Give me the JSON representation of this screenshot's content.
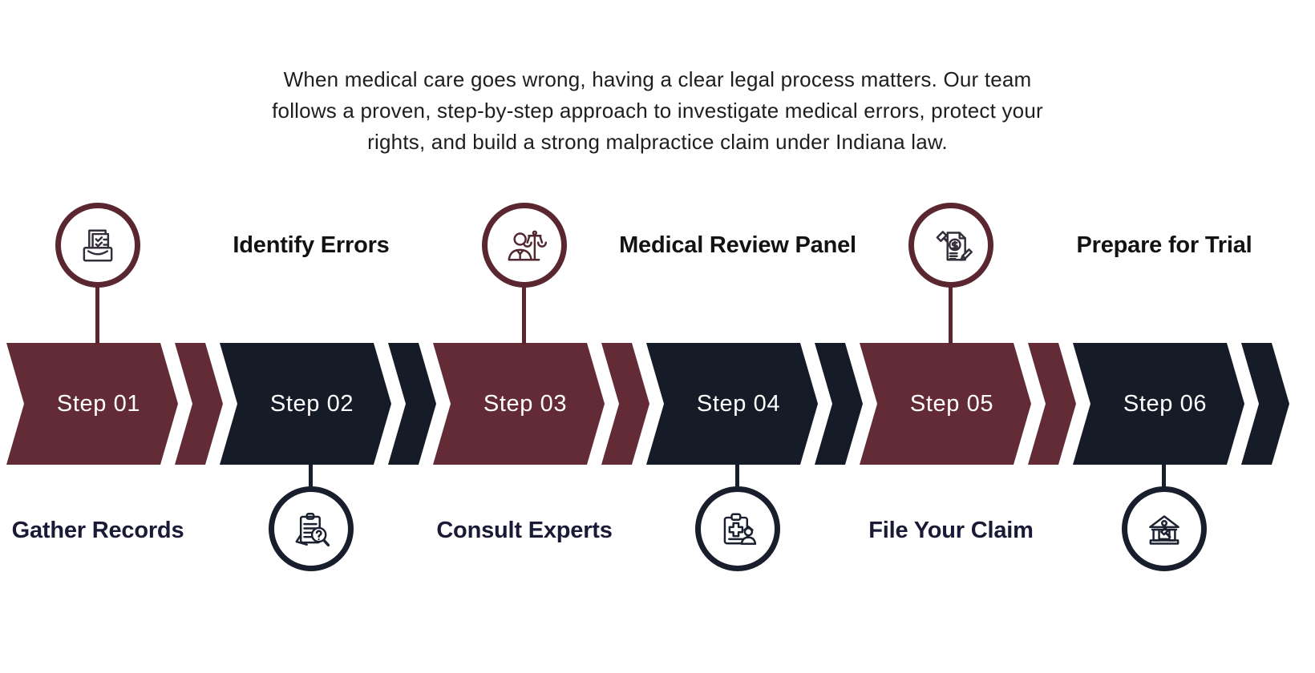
{
  "intro": {
    "text": "When medical care goes wrong, having a clear legal process matters. Our team follows a proven, step-by-step approach to investigate medical errors, protect your rights, and build a strong malpractice claim under Indiana law."
  },
  "steps": [
    {
      "label": "Step 01",
      "title": "Gather Records",
      "title_position": "bottom",
      "icon": "gather-records-icon",
      "icon_position": "top",
      "color": "maroon"
    },
    {
      "label": "Step 02",
      "title": "Identify Errors",
      "title_position": "top",
      "icon": "identify-errors-icon",
      "icon_position": "bottom",
      "color": "navy"
    },
    {
      "label": "Step 03",
      "title": "Consult Experts",
      "title_position": "bottom",
      "icon": "consult-experts-icon",
      "icon_position": "top",
      "color": "maroon"
    },
    {
      "label": "Step 04",
      "title": "Medical Review Panel",
      "title_position": "top",
      "icon": "medical-review-panel-icon",
      "icon_position": "bottom",
      "color": "navy"
    },
    {
      "label": "Step 05",
      "title": "File Your Claim",
      "title_position": "bottom",
      "icon": "file-your-claim-icon",
      "icon_position": "top",
      "color": "maroon"
    },
    {
      "label": "Step 06",
      "title": "Prepare for Trial",
      "title_position": "top",
      "icon": "prepare-for-trial-icon",
      "icon_position": "bottom",
      "color": "navy"
    }
  ],
  "colors": {
    "maroon": "#632B35",
    "navy": "#161B28",
    "circle_maroon": "#5A2730",
    "circle_navy": "#191E2C",
    "title_top": "#121214",
    "title_bottom": "#1A1A36",
    "intro_text": "#1E1E20"
  }
}
